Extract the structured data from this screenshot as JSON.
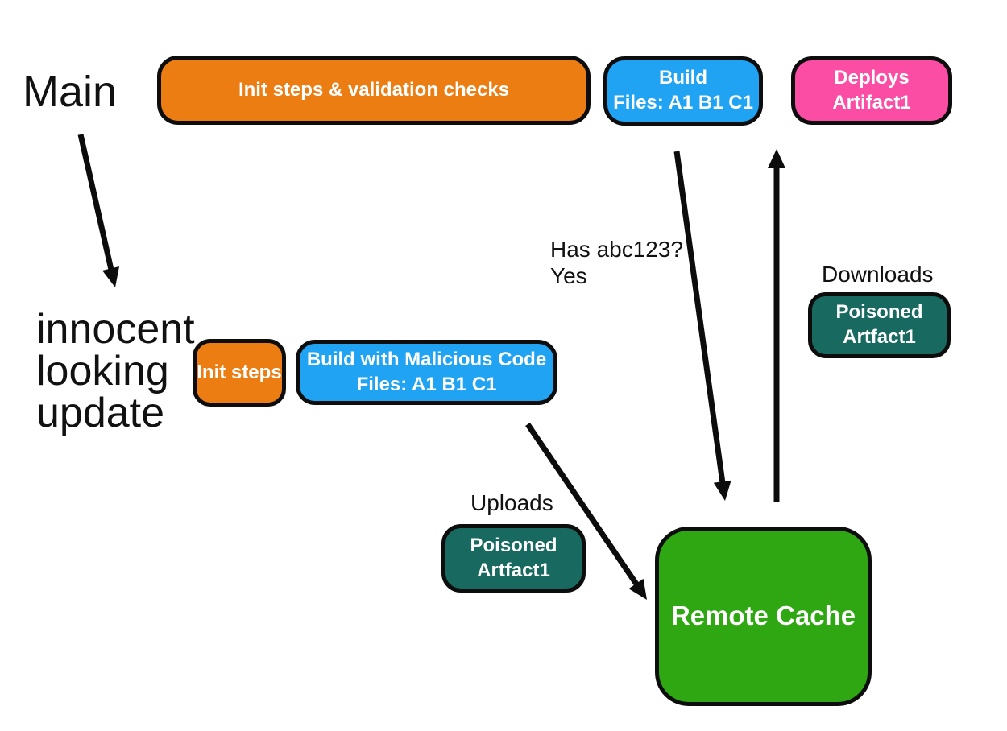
{
  "labels": {
    "main": "Main",
    "innocent_update": "innocent\nlooking\nupdate",
    "cache_query": "Has abc123?\nYes",
    "downloads": "Downloads",
    "uploads": "Uploads"
  },
  "nodes": {
    "init_validation": {
      "label": "Init steps & validation checks",
      "color": "#EC7D13"
    },
    "build": {
      "label": "Build\nFiles: A1 B1 C1",
      "color": "#1FA3F2"
    },
    "deploys": {
      "label": "Deploys\nArtifact1",
      "color": "#FB4DA4"
    },
    "init_steps": {
      "label": "Init steps",
      "color": "#EC7D13"
    },
    "build_malicious": {
      "label": "Build with Malicious Code\nFiles: A1 B1 C1",
      "color": "#1FA3F2"
    },
    "poisoned_upload": {
      "label": "Poisoned\nArtfact1",
      "color": "#186A60"
    },
    "poisoned_download": {
      "label": "Poisoned\nArtfact1",
      "color": "#186A60"
    },
    "remote_cache": {
      "label": "Remote Cache",
      "color": "#2FA713"
    }
  },
  "colors": {
    "background": "#FFFFFF",
    "node_border": "#0D0D0D",
    "node_text": "#FFFFFF",
    "label_text": "#111111",
    "arrow": "#0C0C0C"
  }
}
